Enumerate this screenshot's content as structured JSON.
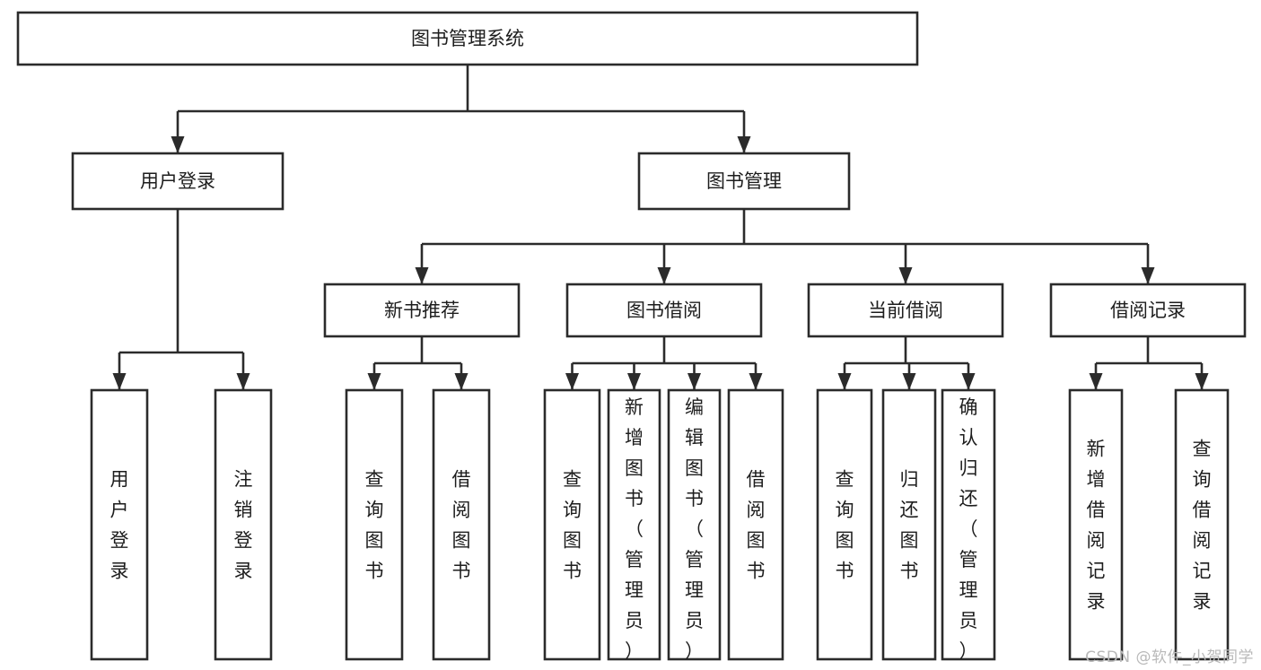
{
  "diagram": {
    "type": "tree-hierarchy-flowchart",
    "title": "图书管理系统",
    "colors": {
      "background": "#ffffff",
      "node_fill": "#ffffff",
      "node_stroke": "#2b2b2b",
      "connector": "#2b2b2b",
      "text": "#1d1d1d",
      "watermark": "#b9b9b9"
    },
    "nodes": {
      "root": {
        "label": "图书管理系统",
        "orientation": "horizontal"
      },
      "level1": [
        {
          "id": "user-login",
          "label": "用户登录",
          "orientation": "horizontal"
        },
        {
          "id": "book-management",
          "label": "图书管理",
          "orientation": "horizontal"
        }
      ],
      "level2": [
        {
          "id": "new-book-recommend",
          "label": "新书推荐",
          "orientation": "horizontal"
        },
        {
          "id": "book-borrow",
          "label": "图书借阅",
          "orientation": "horizontal"
        },
        {
          "id": "current-borrow",
          "label": "当前借阅",
          "orientation": "horizontal"
        },
        {
          "id": "borrow-record",
          "label": "借阅记录",
          "orientation": "horizontal"
        }
      ],
      "leaves": [
        {
          "id": "leaf-user-login",
          "label": "用户登录",
          "parent": "user-login",
          "orientation": "vertical"
        },
        {
          "id": "leaf-logout-login",
          "label": "注销登录",
          "parent": "user-login",
          "orientation": "vertical"
        },
        {
          "id": "leaf-query-book-1",
          "label": "查询图书",
          "parent": "new-book-recommend",
          "orientation": "vertical"
        },
        {
          "id": "leaf-borrow-book-1",
          "label": "借阅图书",
          "parent": "new-book-recommend",
          "orientation": "vertical"
        },
        {
          "id": "leaf-query-book-2",
          "label": "查询图书",
          "parent": "book-borrow",
          "orientation": "vertical"
        },
        {
          "id": "leaf-add-book",
          "label": "新增图书（管理员）",
          "parent": "book-borrow",
          "orientation": "vertical"
        },
        {
          "id": "leaf-edit-book",
          "label": "编辑图书（管理员）",
          "parent": "book-borrow",
          "orientation": "vertical"
        },
        {
          "id": "leaf-borrow-book-2",
          "label": "借阅图书",
          "parent": "book-borrow",
          "orientation": "vertical"
        },
        {
          "id": "leaf-query-book-3",
          "label": "查询图书",
          "parent": "current-borrow",
          "orientation": "vertical"
        },
        {
          "id": "leaf-return-book",
          "label": "归还图书",
          "parent": "current-borrow",
          "orientation": "vertical"
        },
        {
          "id": "leaf-confirm-return",
          "label": "确认归还（管理员）",
          "parent": "current-borrow",
          "orientation": "vertical"
        },
        {
          "id": "leaf-add-record",
          "label": "新增借阅记录",
          "parent": "borrow-record",
          "orientation": "vertical"
        },
        {
          "id": "leaf-query-record",
          "label": "查询借阅记录",
          "parent": "borrow-record",
          "orientation": "vertical"
        }
      ]
    }
  },
  "watermark": {
    "text": "CSDN @软件_小贺同学"
  }
}
